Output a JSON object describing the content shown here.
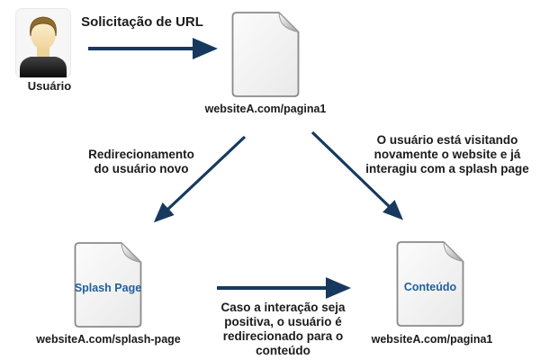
{
  "user": {
    "label": "Usuário"
  },
  "nodes": {
    "entry": {
      "url": "websiteA.com/pagina1"
    },
    "splash": {
      "title": "Splash Page",
      "url": "websiteA.com/splash-page"
    },
    "content": {
      "title": "Conteúdo",
      "url": "websiteA.com/pagina1"
    }
  },
  "labels": {
    "request": "Solicitação de URL",
    "redirect_new": "Redirecionamento\ndo usuário novo",
    "returning_visitor": "O usuário está visitando\nnovamente o website e já\ninteragiu com a splash page",
    "positive_interaction": "Caso a interação seja\npositiva, o usuário é\nredirecionado para o\nconteúdo"
  },
  "colors": {
    "arrow": "#17395e",
    "node_title": "#1f5f9e",
    "text": "#1b1b1b"
  }
}
